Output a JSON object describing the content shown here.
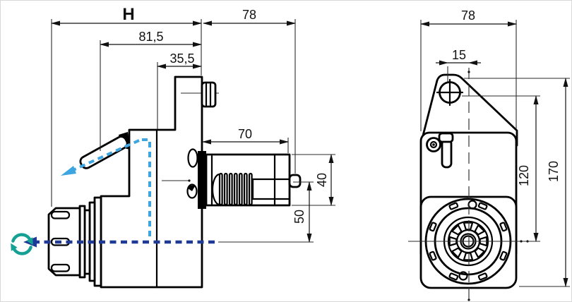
{
  "side_view": {
    "dim_total_height": "H",
    "dim_shank_length": "78",
    "dim_body_depth": "81,5",
    "dim_flange_depth": "35,5",
    "dim_shank_70": "70",
    "dim_shank_dia_40": "40",
    "dim_axis_offset_50": "50"
  },
  "front_view": {
    "dim_width": "78",
    "dim_hole_offset": "15",
    "dim_axis_height_120": "120",
    "dim_total_height_170": "170"
  },
  "colors": {
    "background": "#ffffff",
    "outline": "#000000",
    "dimension_lines": "#2a2a2a",
    "coolant_blue": "#3da5e0",
    "axis_navy": "#1e3a96",
    "rotation_teal": "#14a093"
  },
  "icons": {
    "rotation": "rotation-direction-icon",
    "axis_arrow": "spindle-axis-arrow-icon",
    "coolant_arrow": "coolant-flow-arrow-icon"
  }
}
